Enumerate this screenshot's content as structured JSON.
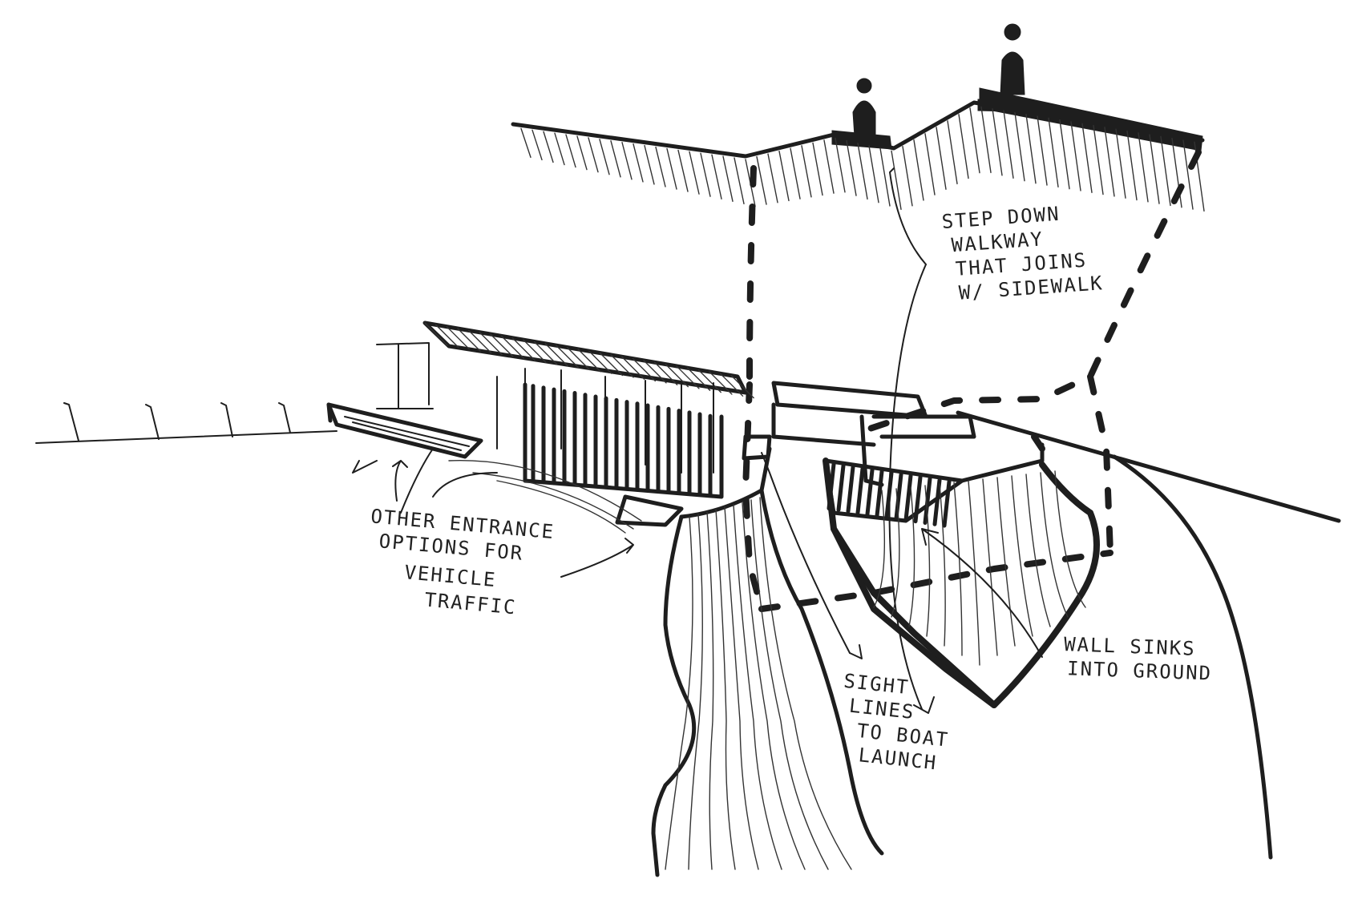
{
  "annotations": {
    "step_down": [
      "STEP DOWN",
      "WALKWAY",
      "THAT JOINS",
      "W/ SIDEWALK"
    ],
    "other_entrance": [
      "OTHER ENTRANCE",
      "OPTIONS FOR",
      "VEHICLE",
      "TRAFFIC"
    ],
    "sight_lines": [
      "SIGHT",
      "LINES",
      "TO BOAT",
      "LAUNCH"
    ],
    "wall_sinks": [
      "WALL SINKS",
      "INTO GROUND"
    ]
  },
  "colors": {
    "ink": "#1e1e1e",
    "paper": "#ffffff"
  }
}
